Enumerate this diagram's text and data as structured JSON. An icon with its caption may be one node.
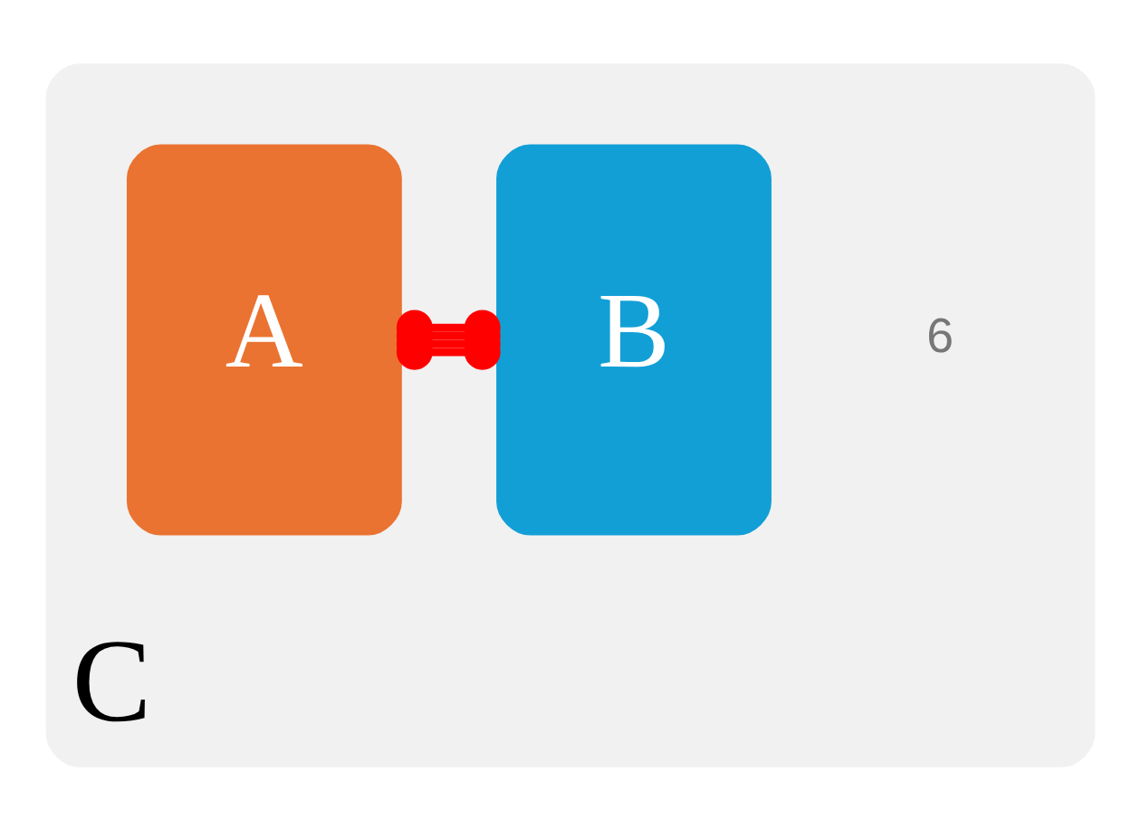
{
  "diagram": {
    "nodes": [
      {
        "text": [
          "C"
        ]
      },
      {
        "text": [
          "A"
        ],
        "in": 0
      },
      {
        "text": [
          "B"
        ],
        "in": 0
      }
    ],
    "edges": [
      {
        "from": 1,
        "to": 2,
        "arrow": "other",
        "color": "#ff0000"
      },
      {
        "from": 1,
        "to": 2,
        "arrow": "other",
        "color": "#ff0000"
      },
      {
        "from": 1,
        "to": 2,
        "arrow": "other",
        "color": "#ff0000"
      },
      {
        "from": 1,
        "to": 2,
        "arrow": "other",
        "color": "#ff0000"
      }
    ],
    "labels": [
      "6"
    ]
  }
}
